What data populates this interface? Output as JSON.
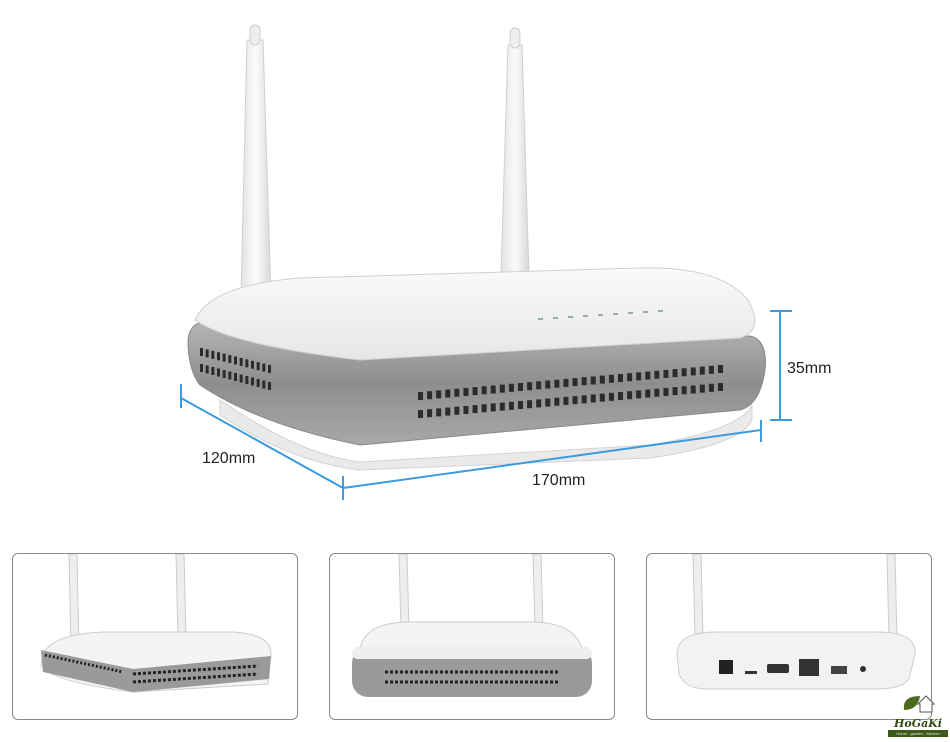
{
  "dimensions": {
    "height_label": "35mm",
    "width_label": "170mm",
    "depth_label": "120mm"
  },
  "colors": {
    "dimension_line": "#3b9bdc",
    "body_white": "#f4f4f4",
    "vent_band": "#9a9a9a",
    "vent_slot": "#2b2b2b",
    "thumb_border": "#8a8a8a"
  },
  "thumbnails": [
    {
      "view": "angled"
    },
    {
      "view": "front"
    },
    {
      "view": "rear"
    }
  ],
  "logo": {
    "name": "HoGaKi",
    "tagline": "Home - garden - Kitchen"
  }
}
